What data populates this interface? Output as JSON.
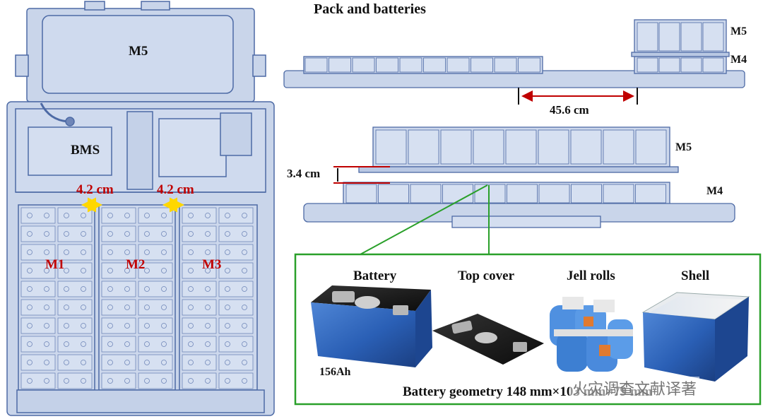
{
  "title": "Pack and batteries",
  "left_pack": {
    "m5": "M5",
    "bms": "BMS",
    "gap_left": "4.2 cm",
    "gap_right": "4.2 cm",
    "m1": "M1",
    "m2": "M2",
    "m3": "M3"
  },
  "side_view_top": {
    "m5": "M5",
    "m4": "M4",
    "offset": "45.6 cm"
  },
  "side_view_mid": {
    "m5": "M5",
    "m4": "M4",
    "spacing": "3.4 cm"
  },
  "battery_panel": {
    "battery": "Battery",
    "top_cover": "Top cover",
    "jell_rolls": "Jell rolls",
    "shell": "Shell",
    "capacity": "156Ah",
    "geometry": "Battery geometry 148 mm×103 mm×79 mm"
  },
  "watermark": "火灾调查文献译著",
  "colors": {
    "pack_fill": "#c9d5ea",
    "pack_stroke": "#4d6aa5",
    "cell_blue": "#2a5fb5",
    "red_label": "#c00000",
    "frame_green": "#2aa02a"
  }
}
